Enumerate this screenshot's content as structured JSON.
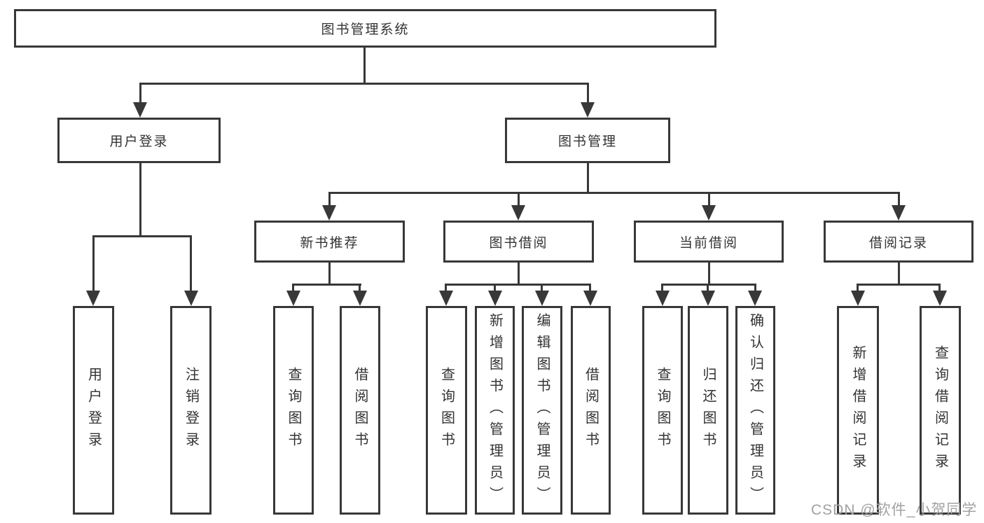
{
  "diagram": {
    "title": "图书管理系统",
    "root": {
      "label": "图书管理系统"
    },
    "level2": {
      "user_login": {
        "label": "用户登录"
      },
      "book_management": {
        "label": "图书管理"
      }
    },
    "level3": {
      "new_book_recommend": {
        "label": "新书推荐"
      },
      "book_borrowing": {
        "label": "图书借阅"
      },
      "current_borrowing": {
        "label": "当前借阅"
      },
      "borrowing_records": {
        "label": "借阅记录"
      }
    },
    "leaves": {
      "user_login": "用户登录",
      "logout": "注销登录",
      "recommend_query_books": "查询图书",
      "recommend_borrow_books": "借阅图书",
      "borrowing_query_books": "查询图书",
      "borrowing_add_books": "新增图书（管理员）",
      "borrowing_edit_books": "编辑图书（管理员）",
      "borrowing_borrow_books": "借阅图书",
      "current_query_books": "查询图书",
      "current_return_books": "归还图书",
      "current_confirm_return": "确认归还（管理员）",
      "records_add_record": "新增借阅记录",
      "records_query_record": "查询借阅记录"
    },
    "colors": {
      "line": "#383838",
      "text": "#333333",
      "background": "#ffffff",
      "watermark": "#a2a2a2"
    },
    "watermark": "CSDN @软件_小贺同学"
  }
}
